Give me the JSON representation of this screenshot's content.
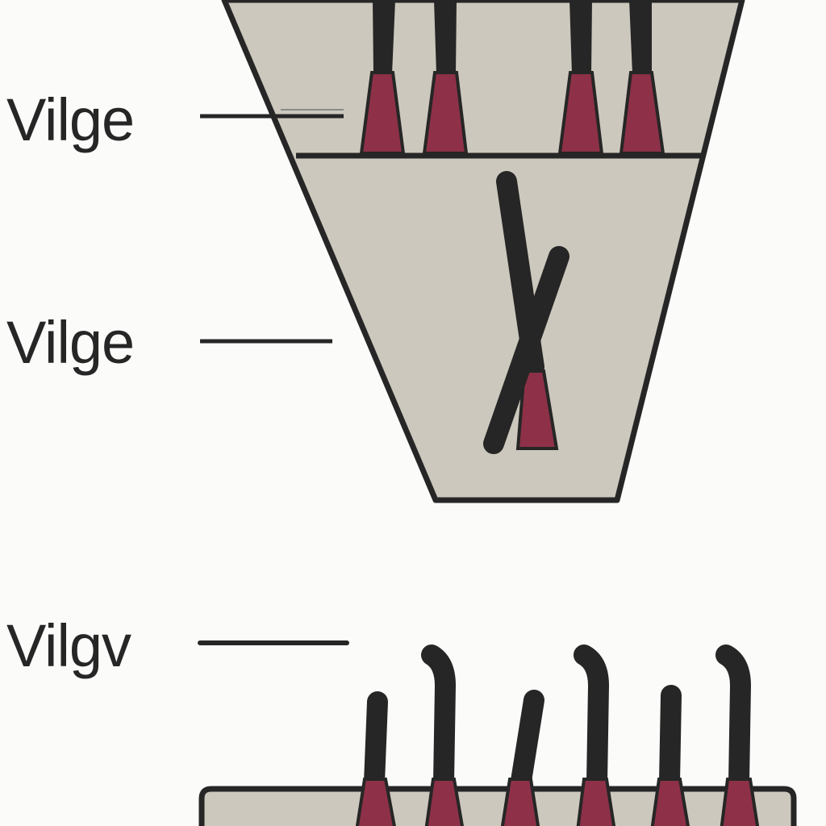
{
  "labels": {
    "top": "Vilge",
    "middle": "Vilge",
    "bottom": "Vilgv"
  },
  "colors": {
    "background": "#fbfbfa",
    "panel_fill": "#ccc8bd",
    "outline": "#262626",
    "root_red": "#8e3148",
    "strand_dark": "#262626",
    "leader_line": "#262626"
  },
  "counts": {
    "top_strands": 4,
    "middle_crossed_strands": 2,
    "bottom_strands": 6
  }
}
